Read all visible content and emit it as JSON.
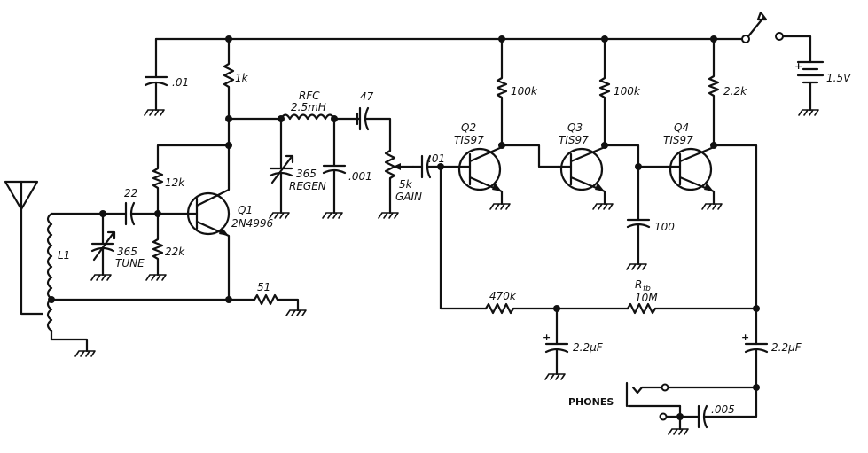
{
  "labels": {
    "c_top": ".01",
    "r_1k": "1k",
    "rfc_name": "RFC",
    "rfc_value": "2.5mH",
    "c_47": "47",
    "c_regen_value": "365",
    "c_regen_name": "REGEN",
    "c_001": ".001",
    "pot_value": "5k",
    "pot_name": "GAIN",
    "c_coup": ".01",
    "r_12k": "12k",
    "r_22k": "22k",
    "c_22": "22",
    "c_tune_value": "365",
    "c_tune_name": "TUNE",
    "q1_name": "Q1",
    "q1_part": "2N4996",
    "l1": "L1",
    "r_51": "51",
    "q2_name": "Q2",
    "q2_part": "TIS97",
    "q3_name": "Q3",
    "q3_part": "TIS97",
    "q4_name": "Q4",
    "q4_part": "TIS97",
    "r_100k_a": "100k",
    "r_100k_b": "100k",
    "r_2k2": "2.2k",
    "battery": "1.5V",
    "c_100": "100",
    "r_470k": "470k",
    "rfb_name": "R",
    "rfb_sub": "fb",
    "rfb_value": "10M",
    "c_2u2_a": "2.2µF",
    "c_2u2_b": "2.2µF",
    "phones": "PHONES",
    "c_005": ".005",
    "batt_plus": "+",
    "c2u2a_plus": "+",
    "c2u2b_plus": "+"
  }
}
